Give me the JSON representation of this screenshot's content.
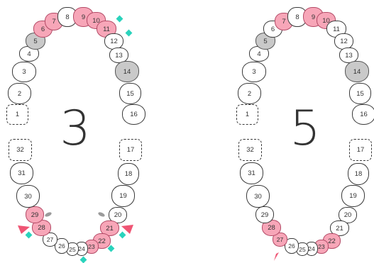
{
  "colors": {
    "affected": "#f7a6b8",
    "gray": "#c9c9c9",
    "diamond": "#2ad3bc",
    "triangle": "#ef5574",
    "outline": "#3a3a3a"
  },
  "charts": [
    {
      "label": "3",
      "teeth": [
        {
          "number": 1,
          "state": "missing"
        },
        {
          "number": 2,
          "state": "normal"
        },
        {
          "number": 3,
          "state": "normal"
        },
        {
          "number": 4,
          "state": "normal"
        },
        {
          "number": 5,
          "state": "gray"
        },
        {
          "number": 6,
          "state": "affected"
        },
        {
          "number": 7,
          "state": "affected"
        },
        {
          "number": 8,
          "state": "normal"
        },
        {
          "number": 9,
          "state": "affected"
        },
        {
          "number": 10,
          "state": "affected"
        },
        {
          "number": 11,
          "state": "affected"
        },
        {
          "number": 12,
          "state": "normal"
        },
        {
          "number": 13,
          "state": "normal"
        },
        {
          "number": 14,
          "state": "gray"
        },
        {
          "number": 15,
          "state": "normal"
        },
        {
          "number": 16,
          "state": "normal"
        },
        {
          "number": 17,
          "state": "missing"
        },
        {
          "number": 18,
          "state": "normal"
        },
        {
          "number": 19,
          "state": "normal"
        },
        {
          "number": 20,
          "state": "normal"
        },
        {
          "number": 21,
          "state": "affected"
        },
        {
          "number": 22,
          "state": "affected"
        },
        {
          "number": 23,
          "state": "affected"
        },
        {
          "number": 24,
          "state": "normal"
        },
        {
          "number": 25,
          "state": "normal"
        },
        {
          "number": 26,
          "state": "normal"
        },
        {
          "number": 27,
          "state": "normal"
        },
        {
          "number": 28,
          "state": "affected"
        },
        {
          "number": 29,
          "state": "affected"
        },
        {
          "number": 30,
          "state": "normal"
        },
        {
          "number": 31,
          "state": "normal"
        },
        {
          "number": 32,
          "state": "missing"
        }
      ]
    },
    {
      "label": "5",
      "teeth": [
        {
          "number": 1,
          "state": "missing"
        },
        {
          "number": 2,
          "state": "normal"
        },
        {
          "number": 3,
          "state": "normal"
        },
        {
          "number": 4,
          "state": "normal"
        },
        {
          "number": 5,
          "state": "gray"
        },
        {
          "number": 6,
          "state": "normal"
        },
        {
          "number": 7,
          "state": "affected"
        },
        {
          "number": 8,
          "state": "normal"
        },
        {
          "number": 9,
          "state": "affected"
        },
        {
          "number": 10,
          "state": "affected"
        },
        {
          "number": 11,
          "state": "normal"
        },
        {
          "number": 12,
          "state": "normal"
        },
        {
          "number": 13,
          "state": "normal"
        },
        {
          "number": 14,
          "state": "gray"
        },
        {
          "number": 15,
          "state": "normal"
        },
        {
          "number": 16,
          "state": "normal"
        },
        {
          "number": 17,
          "state": "missing"
        },
        {
          "number": 18,
          "state": "normal"
        },
        {
          "number": 19,
          "state": "normal"
        },
        {
          "number": 20,
          "state": "normal"
        },
        {
          "number": 21,
          "state": "normal"
        },
        {
          "number": 22,
          "state": "affected"
        },
        {
          "number": 23,
          "state": "affected"
        },
        {
          "number": 24,
          "state": "normal"
        },
        {
          "number": 25,
          "state": "normal"
        },
        {
          "number": 26,
          "state": "normal"
        },
        {
          "number": 27,
          "state": "affected"
        },
        {
          "number": 28,
          "state": "affected"
        },
        {
          "number": 29,
          "state": "normal"
        },
        {
          "number": 30,
          "state": "normal"
        },
        {
          "number": 31,
          "state": "normal"
        },
        {
          "number": 32,
          "state": "missing"
        }
      ]
    }
  ]
}
